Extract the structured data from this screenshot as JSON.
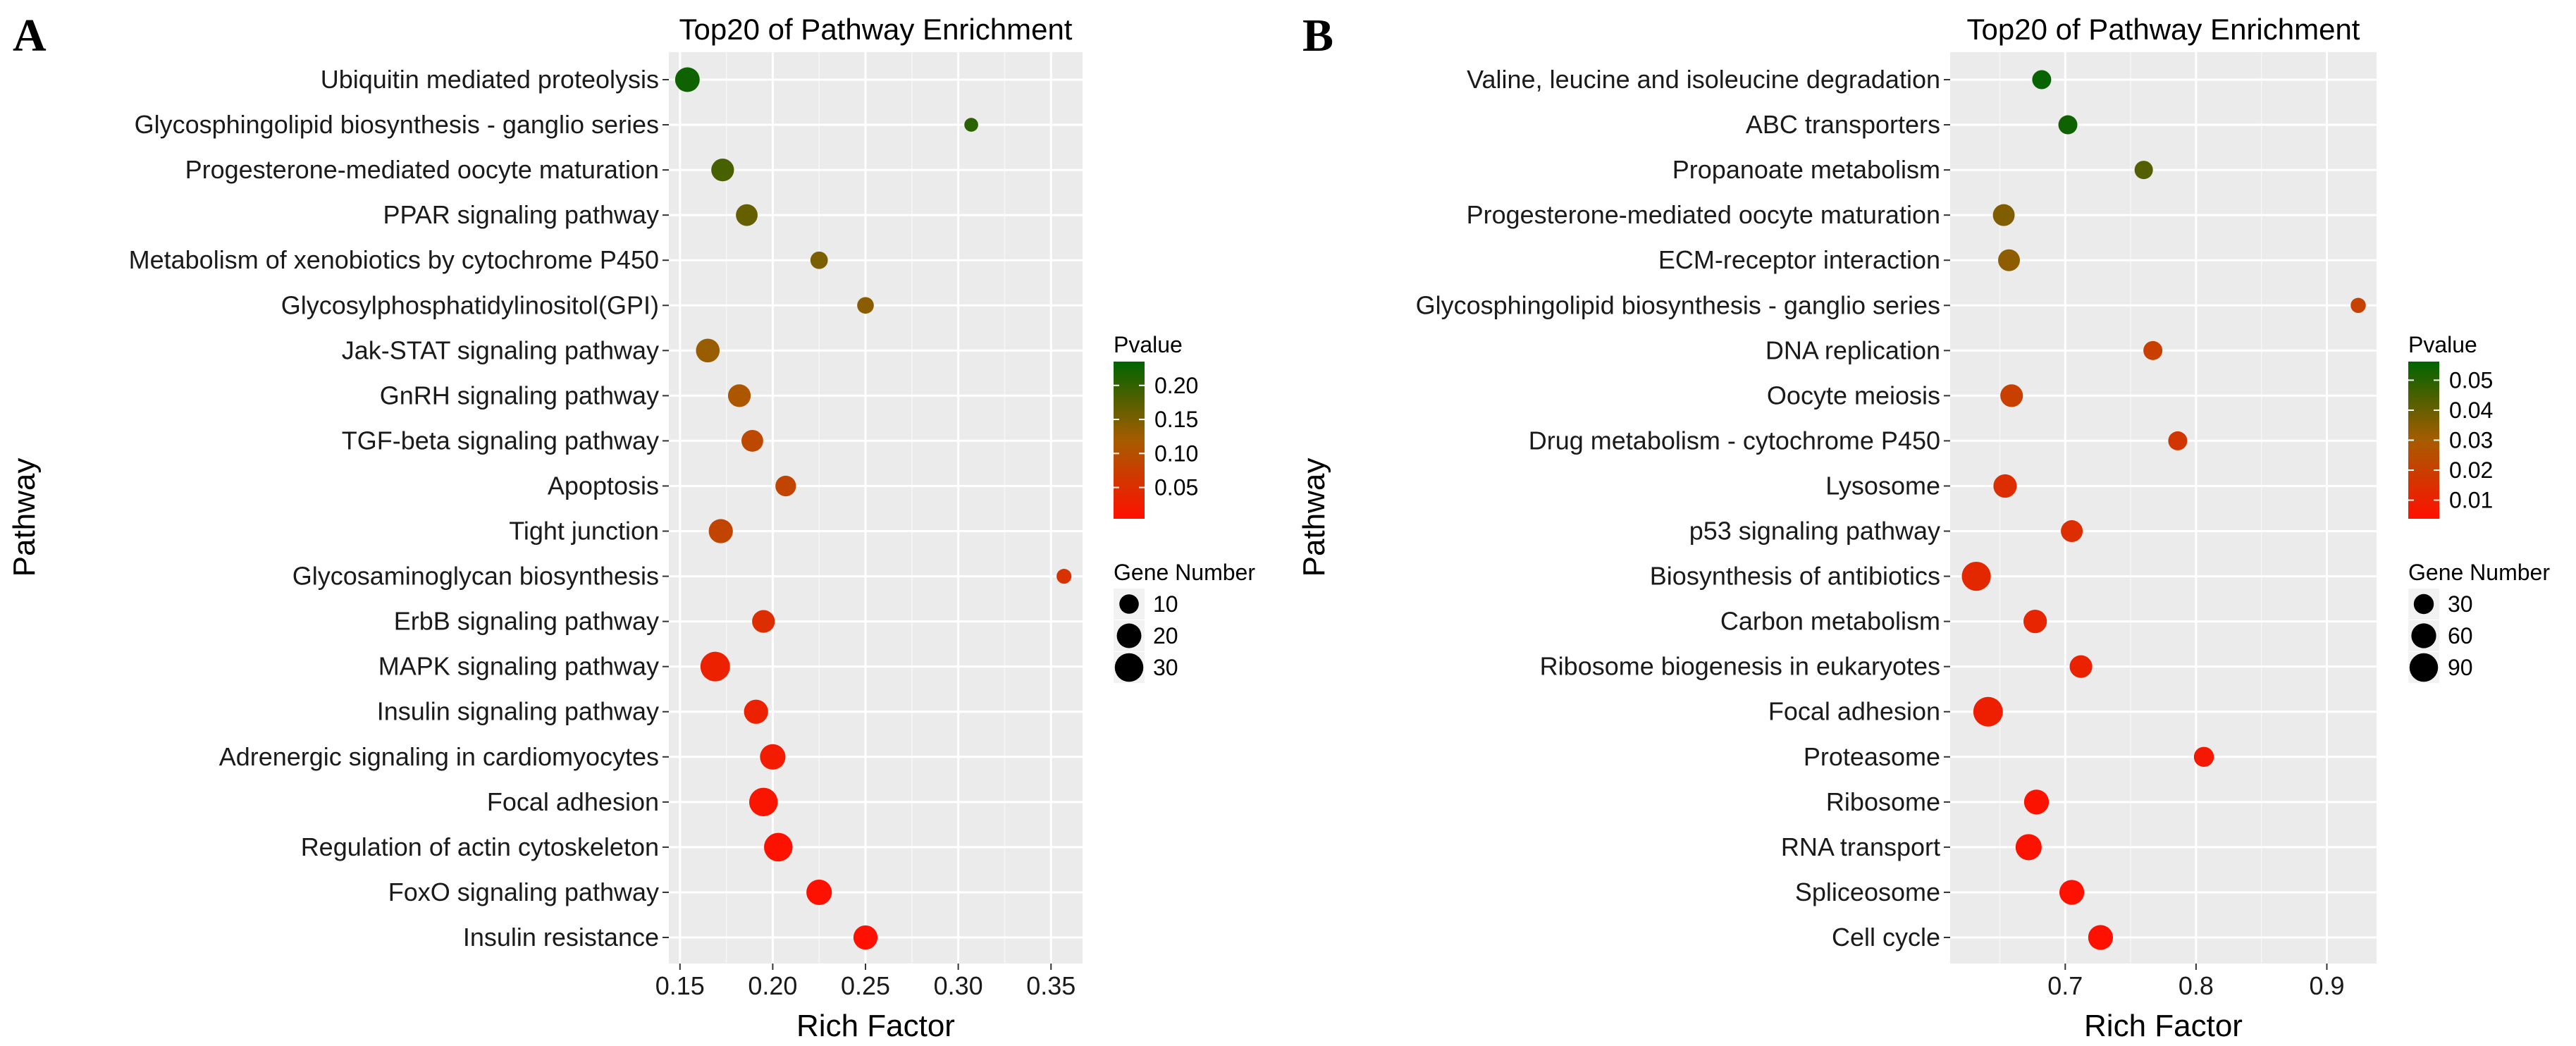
{
  "chart_data": [
    {
      "panel_label": "A",
      "type": "scatter",
      "title": "Top20 of Pathway Enrichment",
      "xlabel": "Rich Factor",
      "ylabel": "Pathway",
      "xlim": [
        0.144,
        0.367
      ],
      "xticks": [
        0.15,
        0.2,
        0.25,
        0.3,
        0.35
      ],
      "xtick_labels": [
        "0.15",
        "0.20",
        "0.25",
        "0.30",
        "0.35"
      ],
      "grid": true,
      "legend_placement": "right",
      "color_legend": {
        "title": "Pvalue",
        "range": [
          0.004,
          0.235
        ],
        "ticks": [
          0.05,
          0.1,
          0.15,
          0.2
        ],
        "tick_labels": [
          "0.05",
          "0.10",
          "0.15",
          "0.20"
        ],
        "low_color": "#ff0000",
        "high_color": "#006400"
      },
      "size_legend": {
        "title": "Gene Number",
        "values": [
          10,
          20,
          30
        ],
        "labels": [
          "10",
          "20",
          "30"
        ]
      },
      "points": [
        {
          "pathway": "Ubiquitin mediated proteolysis",
          "rich_factor": 0.154,
          "gene_number": 20,
          "pvalue": 0.225
        },
        {
          "pathway": "Glycosphingolipid biosynthesis - ganglio series",
          "rich_factor": 0.307,
          "gene_number": 3,
          "pvalue": 0.205
        },
        {
          "pathway": "Progesterone-mediated oocyte maturation",
          "rich_factor": 0.173,
          "gene_number": 16,
          "pvalue": 0.185
        },
        {
          "pathway": "PPAR signaling pathway",
          "rich_factor": 0.186,
          "gene_number": 14,
          "pvalue": 0.165
        },
        {
          "pathway": "Metabolism of xenobiotics by cytochrome P450",
          "rich_factor": 0.225,
          "gene_number": 7,
          "pvalue": 0.15
        },
        {
          "pathway": "Glycosylphosphatidylinositol(GPI)",
          "rich_factor": 0.25,
          "gene_number": 6,
          "pvalue": 0.14
        },
        {
          "pathway": "Jak-STAT signaling pathway",
          "rich_factor": 0.165,
          "gene_number": 18,
          "pvalue": 0.13
        },
        {
          "pathway": "GnRH signaling pathway",
          "rich_factor": 0.182,
          "gene_number": 16,
          "pvalue": 0.11
        },
        {
          "pathway": "TGF-beta signaling pathway",
          "rich_factor": 0.189,
          "gene_number": 14,
          "pvalue": 0.09
        },
        {
          "pathway": "Apoptosis",
          "rich_factor": 0.207,
          "gene_number": 12,
          "pvalue": 0.085
        },
        {
          "pathway": "Tight junction",
          "rich_factor": 0.172,
          "gene_number": 19,
          "pvalue": 0.085
        },
        {
          "pathway": "Glycosaminoglycan biosynthesis",
          "rich_factor": 0.357,
          "gene_number": 4,
          "pvalue": 0.055
        },
        {
          "pathway": "ErbB signaling pathway",
          "rich_factor": 0.195,
          "gene_number": 16,
          "pvalue": 0.05
        },
        {
          "pathway": "MAPK signaling pathway",
          "rich_factor": 0.169,
          "gene_number": 33,
          "pvalue": 0.03
        },
        {
          "pathway": "Insulin signaling pathway",
          "rich_factor": 0.191,
          "gene_number": 19,
          "pvalue": 0.03
        },
        {
          "pathway": "Adrenergic signaling in cardiomyocytes",
          "rich_factor": 0.2,
          "gene_number": 22,
          "pvalue": 0.02
        },
        {
          "pathway": "Focal adhesion",
          "rich_factor": 0.195,
          "gene_number": 30,
          "pvalue": 0.012
        },
        {
          "pathway": "Regulation of actin cytoskeleton",
          "rich_factor": 0.203,
          "gene_number": 30,
          "pvalue": 0.007
        },
        {
          "pathway": "FoxO signaling pathway",
          "rich_factor": 0.225,
          "gene_number": 22,
          "pvalue": 0.005
        },
        {
          "pathway": "Insulin resistance",
          "rich_factor": 0.25,
          "gene_number": 19,
          "pvalue": 0.004
        }
      ]
    },
    {
      "panel_label": "B",
      "type": "scatter",
      "title": "Top20 of Pathway Enrichment",
      "xlabel": "Rich Factor",
      "ylabel": "Pathway",
      "xlim": [
        0.612,
        0.938
      ],
      "xticks": [
        0.7,
        0.8,
        0.9
      ],
      "xtick_labels": [
        "0.7",
        "0.8",
        "0.9"
      ],
      "grid": true,
      "legend_placement": "right",
      "color_legend": {
        "title": "Pvalue",
        "range": [
          0.0038,
          0.0562
        ],
        "ticks": [
          0.01,
          0.02,
          0.03,
          0.04,
          0.05
        ],
        "tick_labels": [
          "0.01",
          "0.02",
          "0.03",
          "0.04",
          "0.05"
        ],
        "low_color": "#ff0000",
        "high_color": "#006400"
      },
      "size_legend": {
        "title": "Gene Number",
        "values": [
          30,
          60,
          90
        ],
        "labels": [
          "30",
          "60",
          "90"
        ]
      },
      "points": [
        {
          "pathway": "Valine, leucine and isoleucine degradation",
          "rich_factor": 0.682,
          "gene_number": 25,
          "pvalue": 0.055
        },
        {
          "pathway": "ABC transporters",
          "rich_factor": 0.702,
          "gene_number": 25,
          "pvalue": 0.054
        },
        {
          "pathway": "Propanoate metabolism",
          "rich_factor": 0.76,
          "gene_number": 22,
          "pvalue": 0.043
        },
        {
          "pathway": "Progesterone-mediated oocyte maturation",
          "rich_factor": 0.653,
          "gene_number": 40,
          "pvalue": 0.036
        },
        {
          "pathway": "ECM-receptor interaction",
          "rich_factor": 0.657,
          "gene_number": 40,
          "pvalue": 0.034
        },
        {
          "pathway": "Glycosphingolipid biosynthesis - ganglio series",
          "rich_factor": 0.924,
          "gene_number": 10,
          "pvalue": 0.021
        },
        {
          "pathway": "DNA replication",
          "rich_factor": 0.767,
          "gene_number": 25,
          "pvalue": 0.02
        },
        {
          "pathway": "Oocyte meiosis",
          "rich_factor": 0.659,
          "gene_number": 45,
          "pvalue": 0.02
        },
        {
          "pathway": "Drug metabolism - cytochrome P450",
          "rich_factor": 0.786,
          "gene_number": 25,
          "pvalue": 0.017
        },
        {
          "pathway": "Lysosome",
          "rich_factor": 0.654,
          "gene_number": 50,
          "pvalue": 0.014
        },
        {
          "pathway": "p53 signaling pathway",
          "rich_factor": 0.705,
          "gene_number": 40,
          "pvalue": 0.014
        },
        {
          "pathway": "Biosynthesis of antibiotics",
          "rich_factor": 0.632,
          "gene_number": 95,
          "pvalue": 0.012
        },
        {
          "pathway": "Carbon metabolism",
          "rich_factor": 0.677,
          "gene_number": 50,
          "pvalue": 0.011
        },
        {
          "pathway": "Ribosome biogenesis in eukaryotes",
          "rich_factor": 0.712,
          "gene_number": 45,
          "pvalue": 0.01
        },
        {
          "pathway": "Focal adhesion",
          "rich_factor": 0.641,
          "gene_number": 100,
          "pvalue": 0.009
        },
        {
          "pathway": "Proteasome",
          "rich_factor": 0.806,
          "gene_number": 30,
          "pvalue": 0.007
        },
        {
          "pathway": "Ribosome",
          "rich_factor": 0.678,
          "gene_number": 60,
          "pvalue": 0.005
        },
        {
          "pathway": "RNA transport",
          "rich_factor": 0.672,
          "gene_number": 70,
          "pvalue": 0.005
        },
        {
          "pathway": "Spliceosome",
          "rich_factor": 0.705,
          "gene_number": 60,
          "pvalue": 0.004
        },
        {
          "pathway": "Cell cycle",
          "rich_factor": 0.727,
          "gene_number": 60,
          "pvalue": 0.004
        }
      ]
    }
  ]
}
